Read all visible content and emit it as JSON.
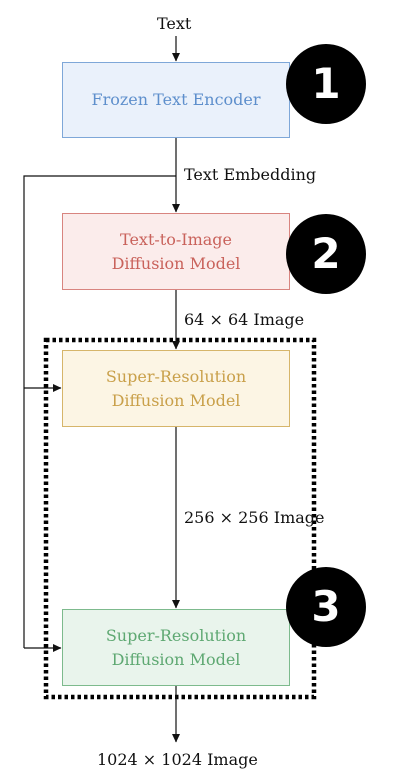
{
  "labels": {
    "input": "Text",
    "embedding": "Text Embedding",
    "out_64": "64 × 64 Image",
    "out_256": "256 × 256 Image",
    "output": "1024 × 1024 Image"
  },
  "boxes": {
    "frozen": {
      "line1": "Frozen Text Encoder"
    },
    "t2i": {
      "line1": "Text-to-Image",
      "line2": "Diffusion Model"
    },
    "sr1": {
      "line1": "Super-Resolution",
      "line2": "Diffusion Model"
    },
    "sr2": {
      "line1": "Super-Resolution",
      "line2": "Diffusion Model"
    }
  },
  "badges": {
    "b1": "1",
    "b2": "2",
    "b3": "3"
  }
}
